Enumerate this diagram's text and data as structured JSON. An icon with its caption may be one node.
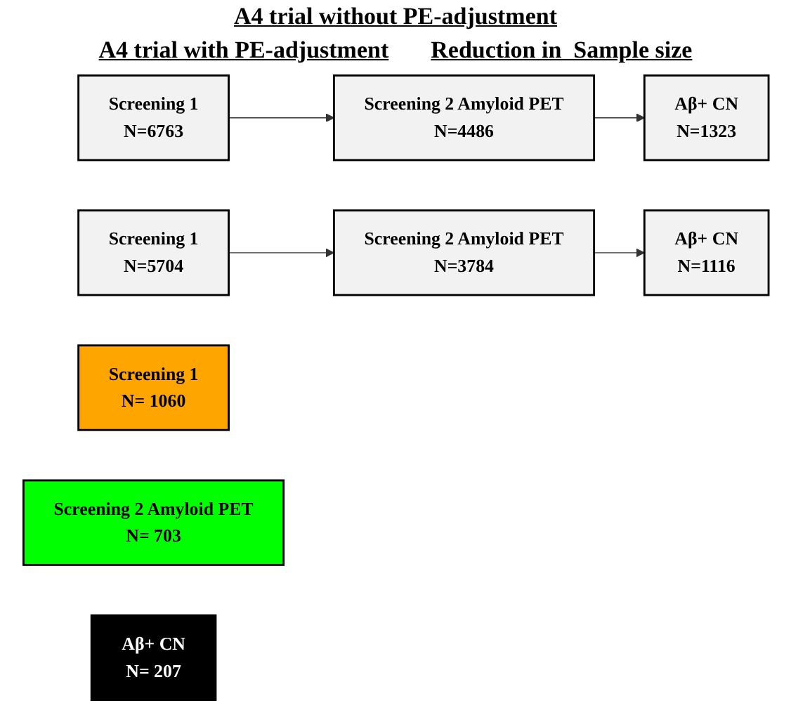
{
  "diagram": {
    "title": "A4 trial without PE-adjustment",
    "nodes": [
      {
        "text": [
          "Screening 1",
          "N=6763"
        ]
      },
      {
        "text": [
          "Screening 2 Amyloid PET",
          "N=4486"
        ]
      },
      {
        "text": [
          "Aβ+ CN",
          "N=1323"
        ]
      },
      {
        "text": [
          "Screening 1",
          "N=5704"
        ]
      },
      {
        "text": [
          "Screening 2 Amyloid PET",
          "N=3784"
        ]
      },
      {
        "text": [
          "Aβ+ CN",
          "N=1116"
        ]
      },
      {
        "text": [
          "Screening 1",
          "N= 1060"
        ]
      },
      {
        "text": [
          "Screening 2 Amyloid PET",
          "N= 703"
        ]
      },
      {
        "text": [
          "Aβ+ CN",
          "N= 207"
        ]
      }
    ],
    "edges": [
      {
        "from": 0,
        "to": 1,
        "arrow": "to"
      },
      {
        "from": 1,
        "to": 2,
        "arrow": "to"
      },
      {
        "from": 3,
        "to": 4,
        "arrow": "to"
      },
      {
        "from": 4,
        "to": 5,
        "arrow": "to"
      }
    ],
    "labels": [
      "A4 trial with PE-adjustment",
      "Reduction in  Sample size"
    ]
  }
}
